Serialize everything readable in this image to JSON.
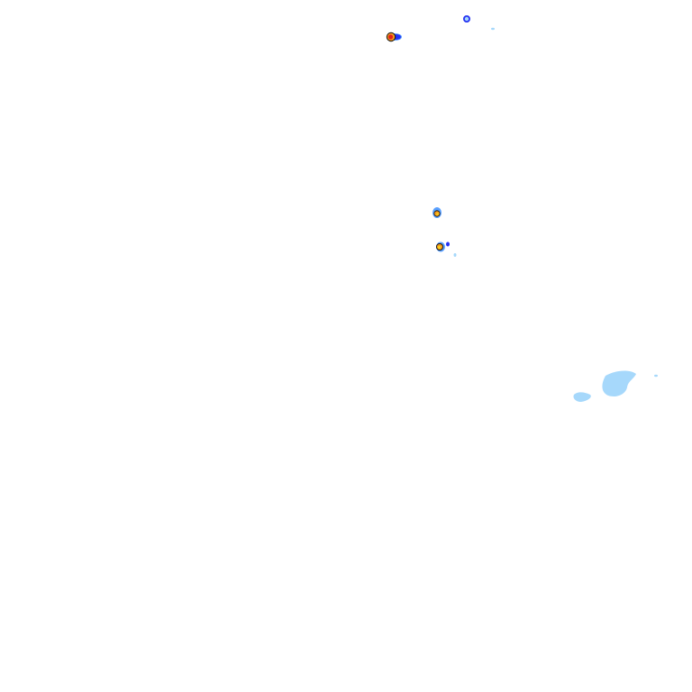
{
  "map": {
    "type": "radar-precipitation-tile",
    "background_color": "#ffffff",
    "intensity_colors": {
      "light": "#a6d8fb",
      "light_medium": "#5aa0ff",
      "medium": "#2633f2",
      "medium_heavy": "#f6d21c",
      "heavy": "#f39a1e",
      "very_heavy": "#e5231b",
      "outline": "#111111"
    },
    "echoes": [
      {
        "id": "cell-north-west",
        "intensity": "very_heavy"
      },
      {
        "id": "cell-north-ring",
        "intensity": "medium"
      },
      {
        "id": "speck-north-east",
        "intensity": "light"
      },
      {
        "id": "cell-center-upper",
        "intensity": "medium_heavy"
      },
      {
        "id": "cell-center-lower",
        "intensity": "heavy"
      },
      {
        "id": "area-east-large",
        "intensity": "light"
      },
      {
        "id": "area-east-small",
        "intensity": "light"
      }
    ]
  }
}
